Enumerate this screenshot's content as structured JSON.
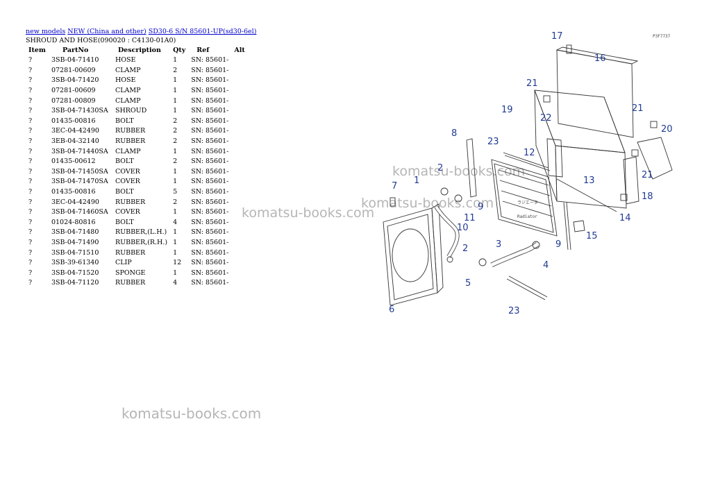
{
  "breadcrumb": {
    "link1": "new models",
    "link2": "NEW (China and other)",
    "link3": "SD30-6 S/N 85601-UP(sd30-6el)"
  },
  "section_title": "SHROUD AND HOSE(090020 : C4130-01A0)",
  "table": {
    "headers": {
      "item": "Item",
      "part": "PartNo",
      "desc": "Description",
      "qty": "Qty",
      "ref": "Ref",
      "alt": "Alt"
    },
    "rows": [
      {
        "item": "?",
        "part": "3SB-04-71410",
        "desc": "HOSE",
        "qty": "1",
        "ref": "SN: 85601-"
      },
      {
        "item": "?",
        "part": "07281-00609",
        "desc": "CLAMP",
        "qty": "2",
        "ref": "SN: 85601-"
      },
      {
        "item": "?",
        "part": "3SB-04-71420",
        "desc": "HOSE",
        "qty": "1",
        "ref": "SN: 85601-"
      },
      {
        "item": "?",
        "part": "07281-00609",
        "desc": "CLAMP",
        "qty": "1",
        "ref": "SN: 85601-"
      },
      {
        "item": "?",
        "part": "07281-00809",
        "desc": "CLAMP",
        "qty": "1",
        "ref": "SN: 85601-"
      },
      {
        "item": "?",
        "part": "3SB-04-71430SA",
        "desc": "SHROUD",
        "qty": "1",
        "ref": "SN: 85601-"
      },
      {
        "item": "?",
        "part": "01435-00816",
        "desc": "BOLT",
        "qty": "2",
        "ref": "SN: 85601-"
      },
      {
        "item": "?",
        "part": "3EC-04-42490",
        "desc": "RUBBER",
        "qty": "2",
        "ref": "SN: 85601-"
      },
      {
        "item": "?",
        "part": "3EB-04-32140",
        "desc": "RUBBER",
        "qty": "2",
        "ref": "SN: 85601-"
      },
      {
        "item": "?",
        "part": "3SB-04-71440SA",
        "desc": "CLAMP",
        "qty": "1",
        "ref": "SN: 85601-"
      },
      {
        "item": "?",
        "part": "01435-00612",
        "desc": "BOLT",
        "qty": "2",
        "ref": "SN: 85601-"
      },
      {
        "item": "?",
        "part": "3SB-04-71450SA",
        "desc": "COVER",
        "qty": "1",
        "ref": "SN: 85601-"
      },
      {
        "item": "?",
        "part": "3SB-04-71470SA",
        "desc": "COVER",
        "qty": "1",
        "ref": "SN: 85601-"
      },
      {
        "item": "?",
        "part": "01435-00816",
        "desc": "BOLT",
        "qty": "5",
        "ref": "SN: 85601-"
      },
      {
        "item": "?",
        "part": "3EC-04-42490",
        "desc": "RUBBER",
        "qty": "2",
        "ref": "SN: 85601-"
      },
      {
        "item": "?",
        "part": "3SB-04-71460SA",
        "desc": "COVER",
        "qty": "1",
        "ref": "SN: 85601-"
      },
      {
        "item": "?",
        "part": "01024-80816",
        "desc": "BOLT",
        "qty": "4",
        "ref": "SN: 85601-"
      },
      {
        "item": "?",
        "part": "3SB-04-71480",
        "desc": "RUBBER,(L.H.)",
        "qty": "1",
        "ref": "SN: 85601-"
      },
      {
        "item": "?",
        "part": "3SB-04-71490",
        "desc": "RUBBER,(R.H.)",
        "qty": "1",
        "ref": "SN: 85601-"
      },
      {
        "item": "?",
        "part": "3SB-04-71510",
        "desc": "RUBBER",
        "qty": "1",
        "ref": "SN: 85601-"
      },
      {
        "item": "?",
        "part": "3SB-39-61340",
        "desc": "CLIP",
        "qty": "12",
        "ref": "SN: 85601-"
      },
      {
        "item": "?",
        "part": "3SB-04-71520",
        "desc": "SPONGE",
        "qty": "1",
        "ref": "SN: 85601-"
      },
      {
        "item": "?",
        "part": "3SB-04-71120",
        "desc": "RUBBER",
        "qty": "4",
        "ref": "SN: 85601-"
      }
    ]
  },
  "diagram": {
    "ref_code": "P3F7737",
    "callouts": [
      "17",
      "16",
      "21",
      "19",
      "22",
      "21",
      "20",
      "8",
      "23",
      "12",
      "2",
      "1",
      "7",
      "13",
      "18",
      "21",
      "9",
      "11",
      "10",
      "14",
      "15",
      "9",
      "2",
      "3",
      "4",
      "5",
      "6",
      "23"
    ],
    "radiator_label_jp": "ラジエータ",
    "radiator_label_en": "Radiator"
  },
  "watermarks": [
    "komatsu-books.com",
    "komatsu-books.com",
    "komatsu-books.com",
    "komatsu-books.com"
  ]
}
